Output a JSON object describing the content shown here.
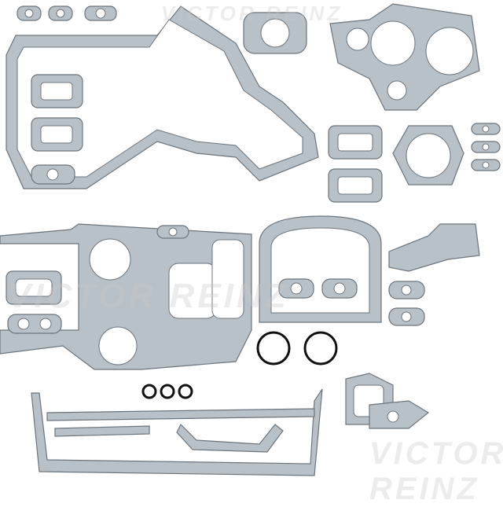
{
  "image": {
    "description": "Product photo of an engine gasket set laid out on white background",
    "brand_watermark": "VICTOR REINZ",
    "watermark_positions": [
      "top",
      "middle-left",
      "bottom-right"
    ],
    "colors": {
      "background": "#ffffff",
      "gasket_fill": "#b8c0c8",
      "gasket_outline": "#6c747c",
      "o_ring": "#111111"
    },
    "o_rings": {
      "large": 2,
      "small": 3
    }
  }
}
